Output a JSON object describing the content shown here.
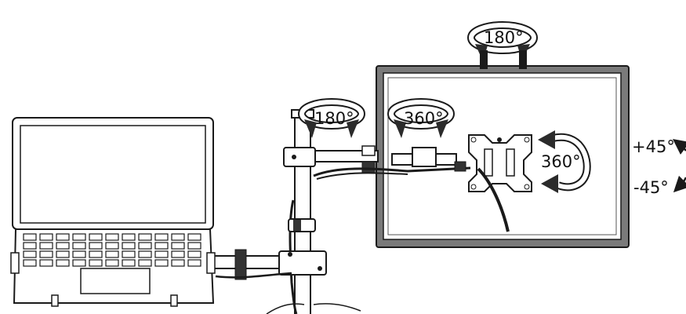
{
  "labels": {
    "monitor_swivel": "180°",
    "arm_swivel": "180°",
    "vesa_swivel": "360°",
    "rotation": "360°",
    "tilt_up": "+45°",
    "tilt_down": "-45°"
  },
  "colors": {
    "stroke": "#1a1a1a",
    "bezel": "#777777",
    "arrow_fill": "#2b2b2b"
  }
}
